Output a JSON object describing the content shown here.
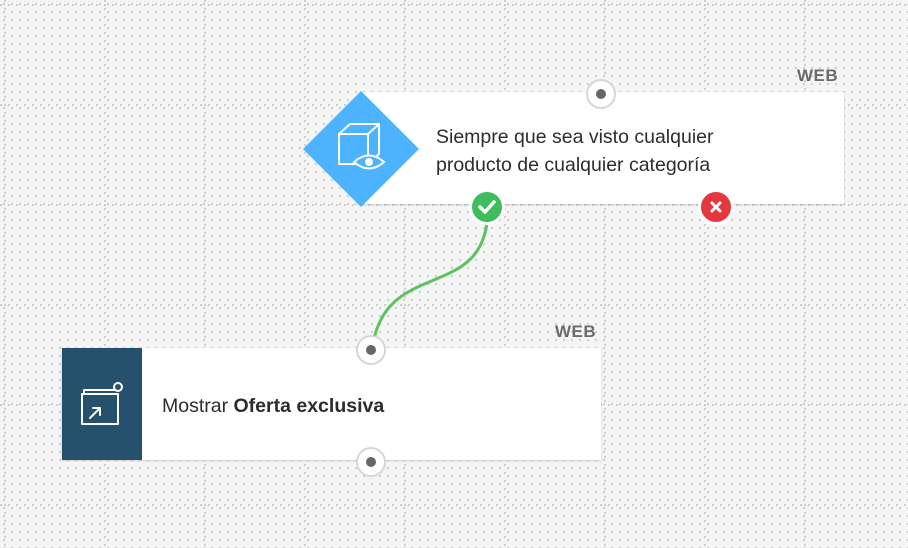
{
  "trigger_node": {
    "badge": "WEB",
    "line1": "Siempre que sea visto cualquier",
    "line2": "producto de cualquier categoría",
    "icon": "box-eye-icon",
    "icon_bg": "#4db3ff"
  },
  "action_node": {
    "badge": "WEB",
    "text_prefix": "Mostrar ",
    "text_bold": "Oferta exclusiva",
    "icon": "popup-arrow-icon",
    "icon_bg": "#25516c"
  },
  "connectors": {
    "yes_icon": "check-icon",
    "yes_color": "#3fbc5b",
    "no_icon": "close-icon",
    "no_color": "#e4383e",
    "link_color": "#5cc25f"
  }
}
